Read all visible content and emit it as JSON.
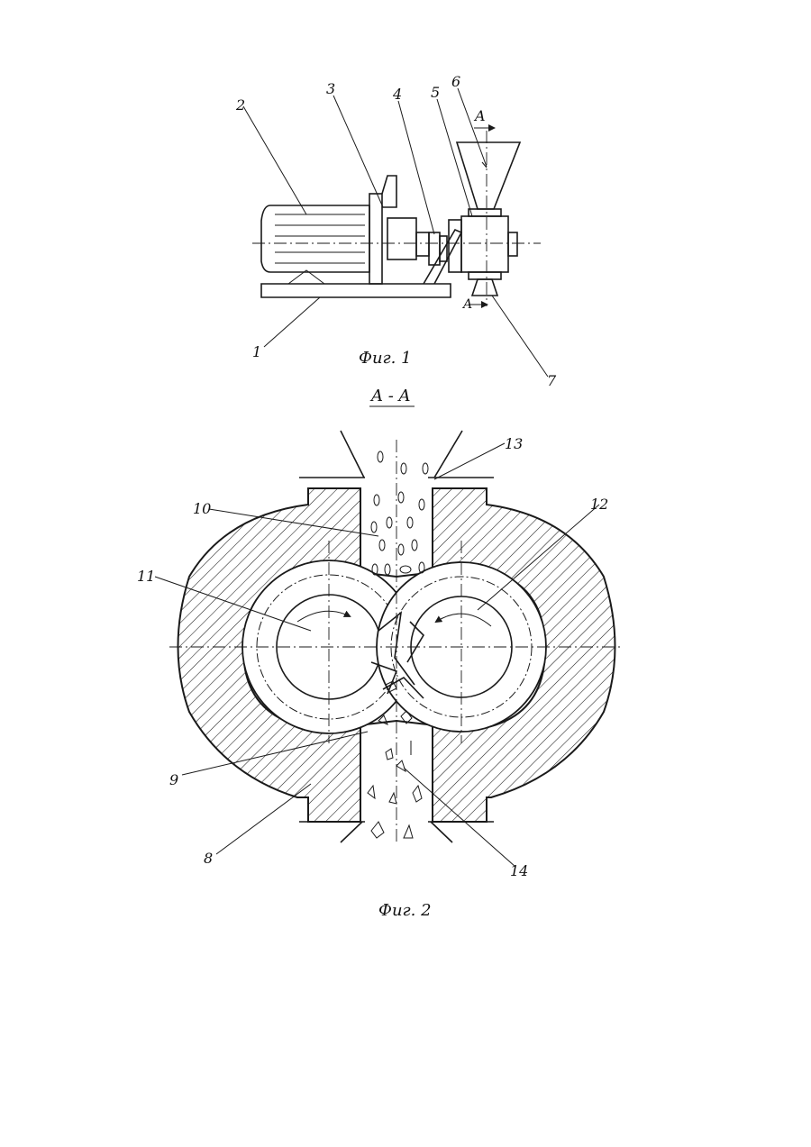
{
  "figure1": {
    "caption": "Фиг. 1",
    "section_mark": "A",
    "callouts": [
      "1",
      "2",
      "3",
      "4",
      "5",
      "6",
      "7"
    ]
  },
  "section": {
    "title": "A - A"
  },
  "figure2": {
    "caption": "Фиг. 2",
    "callouts": [
      "8",
      "9",
      "10",
      "11",
      "12",
      "13",
      "14"
    ]
  }
}
